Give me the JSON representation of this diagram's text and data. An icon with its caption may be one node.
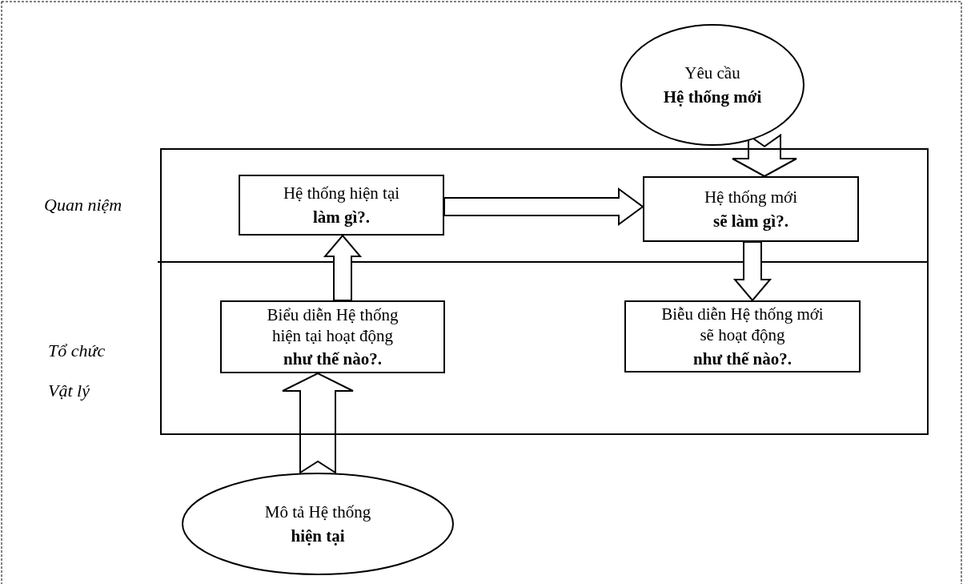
{
  "diagram": {
    "nodes": [
      {
        "text": [],
        "shape": "box"
      },
      {
        "text": [
          "Yêu cầu",
          "Hệ thống mới"
        ]
      },
      {
        "text": [
          "Hệ thống hiện tại",
          "làm gì?."
        ],
        "in": 0
      },
      {
        "text": [
          "Hệ thống mới",
          "sẽ làm gì?."
        ],
        "in": 0
      },
      {
        "text": [
          "Biểu diễn Hệ thống hiện tại hoạt động",
          "như thế nào?."
        ],
        "in": 0
      },
      {
        "text": [
          "Biễu diễn Hệ thống mới sẽ hoạt động",
          "như thế nào?."
        ],
        "in": 0
      },
      {
        "text": [
          "Mô tả Hệ thống",
          "hiện tại"
        ]
      }
    ],
    "edges": [
      {
        "from": 1,
        "to": 3,
        "arrow": "to"
      },
      {
        "from": 2,
        "to": 3,
        "arrow": "to"
      },
      {
        "from": 3,
        "to": 5,
        "arrow": "to"
      },
      {
        "from": 4,
        "to": 2,
        "arrow": "to"
      },
      {
        "from": 6,
        "to": 4,
        "arrow": "to"
      }
    ],
    "labels": [
      "Quan niệm",
      "Tổ chức",
      "Vật lý"
    ]
  }
}
